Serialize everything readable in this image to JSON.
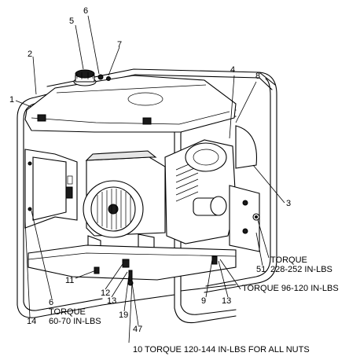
{
  "callouts": {
    "c1": "1",
    "c2": "2",
    "c3": "3",
    "c4": "4",
    "c5": "5",
    "c6_top": "6",
    "c6_bottom": "6",
    "c7": "7",
    "c8": "8",
    "c9": "9",
    "c10": "10",
    "c11": "11",
    "c12": "12",
    "c13_left": "13",
    "c13_right": "13",
    "c14": "14",
    "c19": "19",
    "c47": "47",
    "c51": "51"
  },
  "torque": {
    "left_line1": "TORQUE",
    "left_line2": "60-70 IN-LBS",
    "right_line1": "TORQUE",
    "right_line2": "228-252 IN-LBS",
    "right_mid": "TORQUE 96-120 IN-LBS",
    "bottom": "TORQUE 120-144 IN-LBS FOR ALL NUTS"
  }
}
